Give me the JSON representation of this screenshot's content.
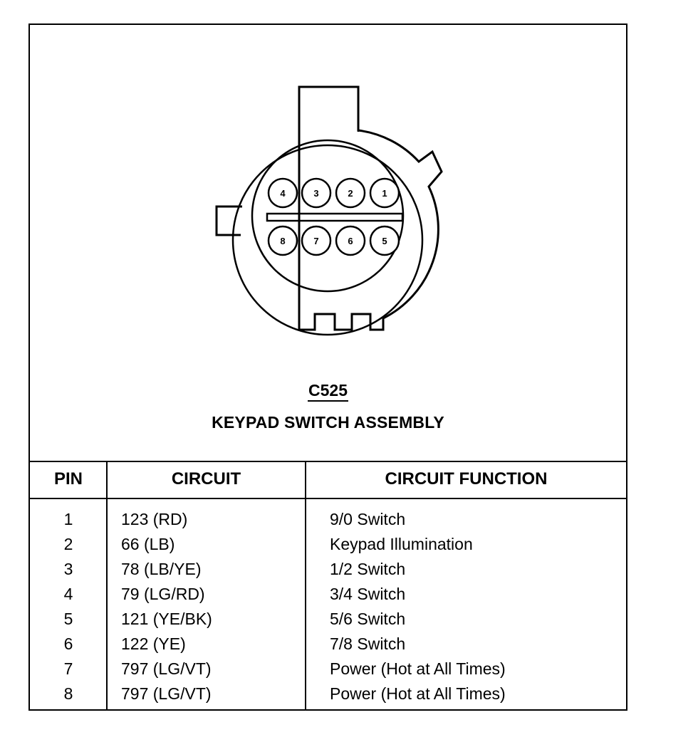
{
  "connector": {
    "id": "C525",
    "name": "KEYPAD SWITCH ASSEMBLY",
    "top_row_pins": [
      "4",
      "3",
      "2",
      "1"
    ],
    "bottom_row_pins": [
      "8",
      "7",
      "6",
      "5"
    ]
  },
  "table": {
    "headers": {
      "pin": "PIN",
      "circuit": "CIRCUIT",
      "function": "CIRCUIT FUNCTION"
    },
    "rows": [
      {
        "pin": "1",
        "circuit": "123 (RD)",
        "function": "9/0 Switch"
      },
      {
        "pin": "2",
        "circuit": "66 (LB)",
        "function": "Keypad Illumination"
      },
      {
        "pin": "3",
        "circuit": "78 (LB/YE)",
        "function": "1/2 Switch"
      },
      {
        "pin": "4",
        "circuit": "79 (LG/RD)",
        "function": "3/4 Switch"
      },
      {
        "pin": "5",
        "circuit": "121 (YE/BK)",
        "function": "5/6 Switch"
      },
      {
        "pin": "6",
        "circuit": "122 (YE)",
        "function": "7/8 Switch"
      },
      {
        "pin": "7",
        "circuit": "797 (LG/VT)",
        "function": "Power (Hot at All Times)"
      },
      {
        "pin": "8",
        "circuit": "797 (LG/VT)",
        "function": "Power (Hot at All Times)"
      }
    ]
  }
}
